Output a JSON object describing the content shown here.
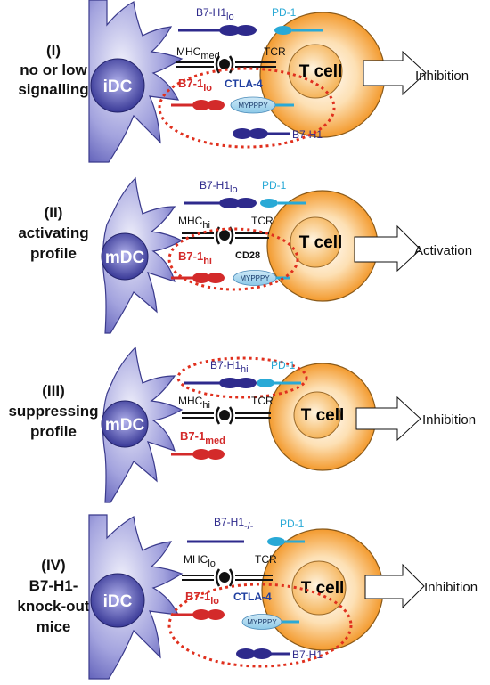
{
  "colors": {
    "dc_body": "#6e6ec8",
    "b7h1": "#2e2a8c",
    "pd1": "#29a9d6",
    "b71": "#d32a2a",
    "tcell": "#f4a948",
    "dotted": "#e0301e"
  },
  "panels": [
    {
      "num": "(I)",
      "desc_1": "no or low",
      "desc_2": "signalling",
      "dc": "iDC",
      "b7h1_base": "B7-H1",
      "b7h1_sub": "lo",
      "pd1": "PD-1",
      "mhc_base": "MHC",
      "mhc_sub": "med",
      "tcr": "TCR",
      "b71_base": "B7-1",
      "b71_sub": "lo",
      "receptor": "CTLA-4",
      "motif": "MYPPPY",
      "b7h1_bottom": "B7-H1",
      "tcell": "T cell",
      "outcome": "Inhibition"
    },
    {
      "num": "(II)",
      "desc_1": "activating",
      "desc_2": "profile",
      "dc": "mDC",
      "b7h1_base": "B7-H1",
      "b7h1_sub": "lo",
      "pd1": "PD-1",
      "mhc_base": "MHC",
      "mhc_sub": "hi",
      "tcr": "TCR",
      "b71_base": "B7-1",
      "b71_sub": "hi",
      "receptor": "CD28",
      "motif": "MYPPPY",
      "tcell": "T cell",
      "outcome": "Activation"
    },
    {
      "num": "(III)",
      "desc_1": "suppressing",
      "desc_2": "profile",
      "dc": "mDC",
      "b7h1_base": "B7-H1",
      "b7h1_sub": "hi",
      "pd1": "PD-1",
      "mhc_base": "MHC",
      "mhc_sub": "hi",
      "tcr": "TCR",
      "b71_base": "B7-1",
      "b71_sub": "med",
      "tcell": "T cell",
      "outcome": "Inhibition"
    },
    {
      "num": "(IV)",
      "desc_1": "B7-H1-",
      "desc_2": "knock-out",
      "desc_3": "mice",
      "dc": "iDC",
      "b7h1_base": "B7-H1",
      "b7h1_sub": "-/-",
      "pd1": "PD-1",
      "mhc_base": "MHC",
      "mhc_sub": "lo",
      "tcr": "TCR",
      "b71_base": "B7-1",
      "b71_sub": "lo",
      "receptor": "CTLA-4",
      "motif": "MYPPPY",
      "b7h1_bottom": "B7-H1",
      "tcell": "T cell",
      "outcome": "Inhibition"
    }
  ]
}
